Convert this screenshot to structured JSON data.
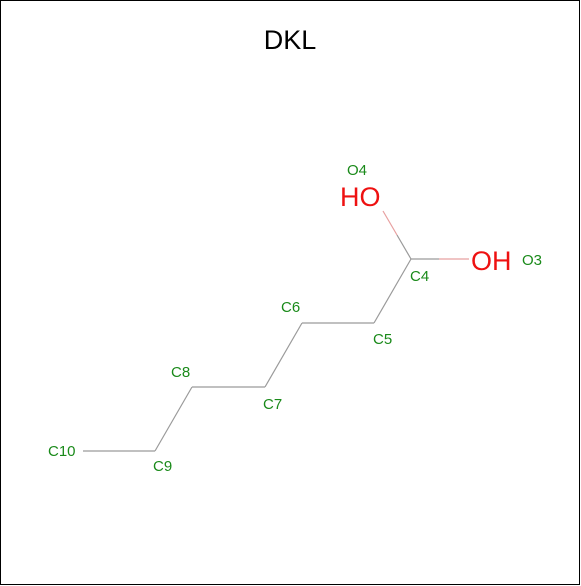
{
  "title": "DKL",
  "colors": {
    "carbon_label": "#1a8a1a",
    "heteroatom": "#ee1111",
    "bond": "#9a9a9a",
    "bond_to_oxygen": "#e8a0a0"
  },
  "atoms": {
    "c4": {
      "label": "C4"
    },
    "c5": {
      "label": "C5"
    },
    "c6": {
      "label": "C6"
    },
    "c7": {
      "label": "C7"
    },
    "c8": {
      "label": "C8"
    },
    "c9": {
      "label": "C9"
    },
    "c10": {
      "label": "C10"
    },
    "o3": {
      "label": "O3",
      "group_text": "OH"
    },
    "o4": {
      "label": "O4",
      "group_text": "HO"
    }
  }
}
